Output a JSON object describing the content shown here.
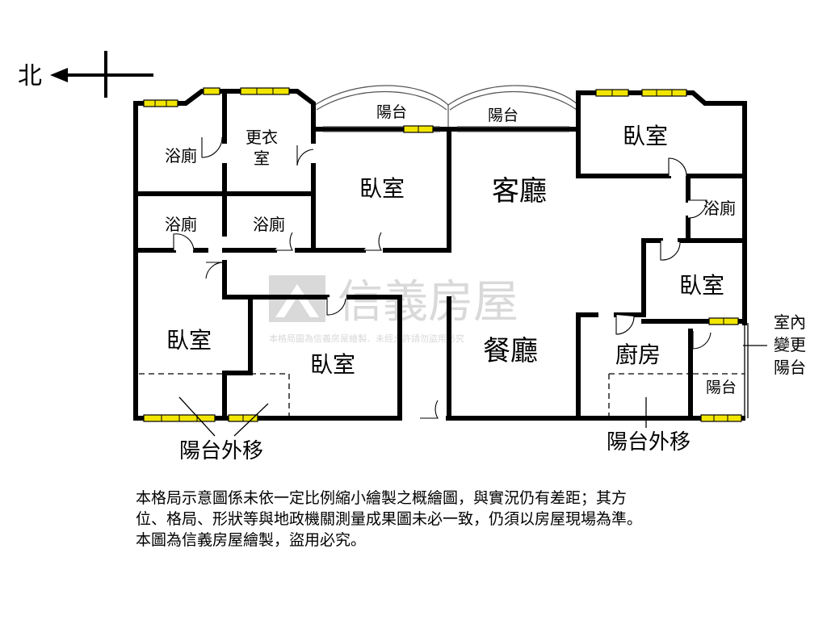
{
  "compass": {
    "north_label": "北"
  },
  "rooms": {
    "bath_nw": "浴廁",
    "closet": "更衣\n室",
    "bath_w1": "浴廁",
    "bath_w2": "浴廁",
    "bedroom_nmid": "臥室",
    "balcony_top1": "陽台",
    "balcony_top2": "陽台",
    "living_room": "客廳",
    "bedroom_ne": "臥室",
    "bath_e": "浴廁",
    "bedroom_e": "臥室",
    "bedroom_sw": "臥室",
    "bedroom_s": "臥室",
    "dining_room": "餐廳",
    "kitchen": "廚房",
    "balcony_se": "陽台"
  },
  "annotations": {
    "balcony_moved_left": "陽台外移",
    "balcony_moved_right": "陽台外移",
    "indoor_change_balcony": "室內\n變更\n陽台"
  },
  "watermark": {
    "logo_text": "信義房屋",
    "notice": "本格局圖為信義房屋繪製．未經允許請勿盜用必究"
  },
  "disclaimer": [
    "本格局示意圖係未依一定比例縮小繪製之概繪圖，與實況仍有差距；其方",
    "位、格局、形狀等與地政機關測量成果圖未必一致，仍須以房屋現場為準。",
    "本圖為信義房屋繪製，盜用必究。"
  ]
}
